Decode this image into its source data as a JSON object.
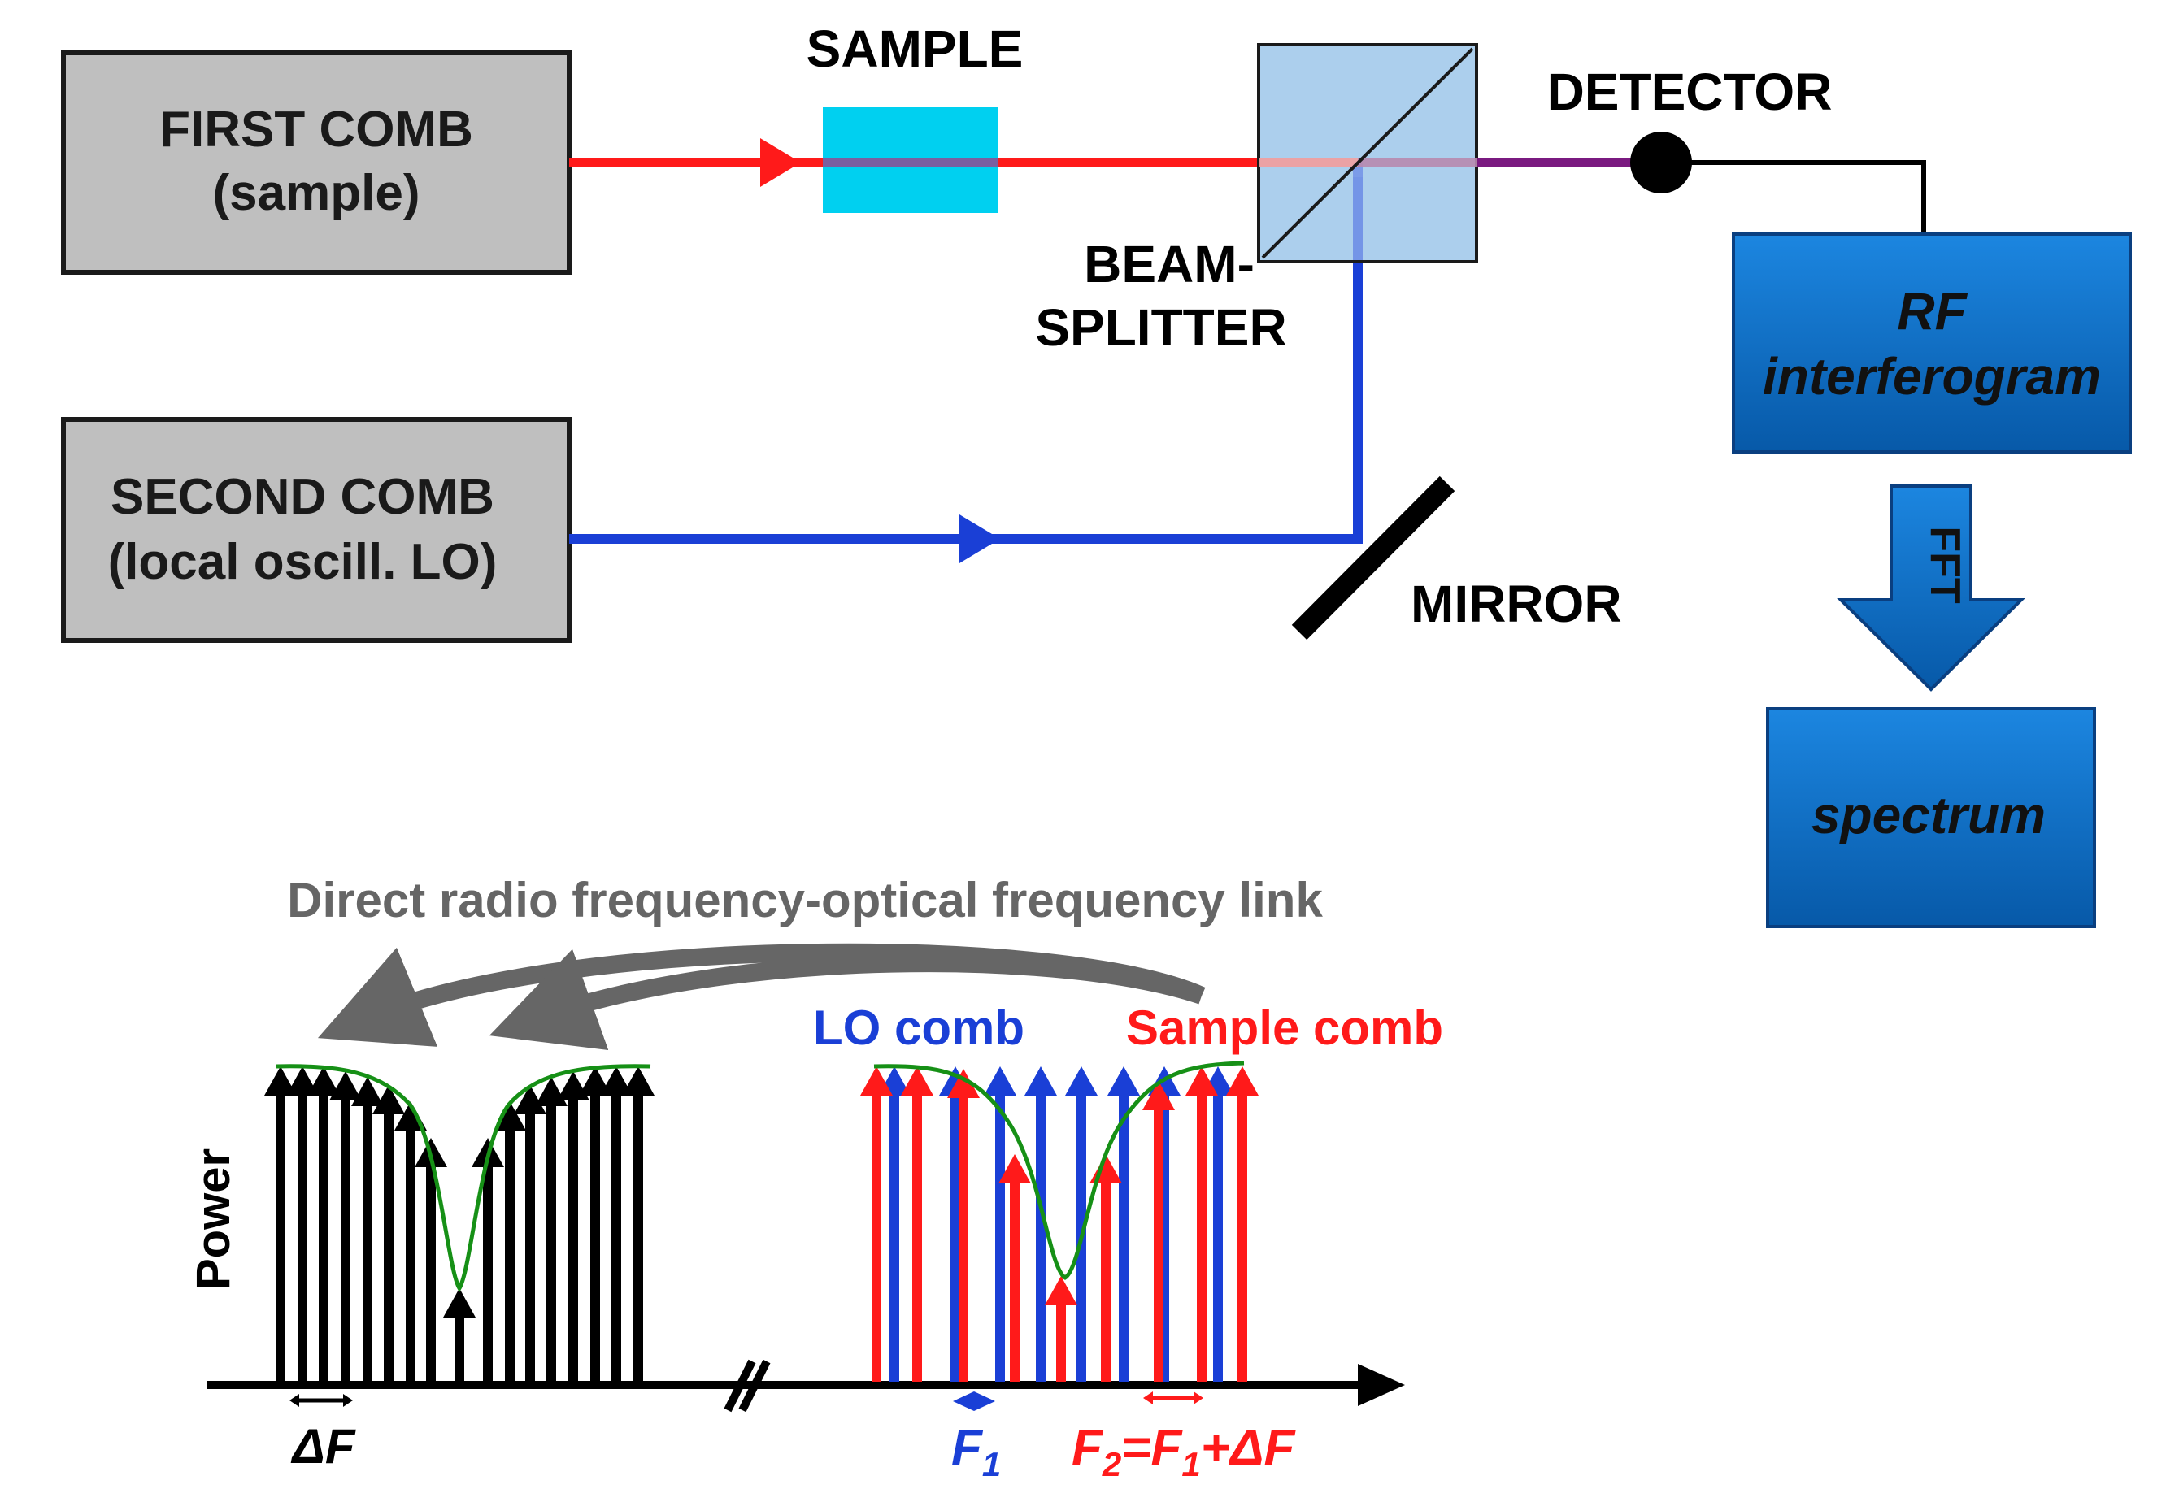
{
  "setup": {
    "first_comb": {
      "line1": "FIRST COMB",
      "line2": "(sample)"
    },
    "second_comb": {
      "line1": "SECOND COMB",
      "line2": "(local oscill. LO)"
    },
    "sample_label": "SAMPLE",
    "beam_splitter_label": {
      "line1": "BEAM-",
      "line2": "SPLITTER"
    },
    "detector_label": "DETECTOR",
    "mirror_label": "MIRROR",
    "rf_box": {
      "line1": "RF",
      "line2": "interferogram"
    },
    "fft_label": "FFT",
    "spectrum_label": "spectrum"
  },
  "spectra": {
    "link_title": "Direct radio frequency-optical frequency link",
    "power_label": "Power",
    "lo_comb_label": "LO comb",
    "sample_comb_label": "Sample comb",
    "delta_f_label": "ΔF",
    "f1_label": "F",
    "f1_sub": "1",
    "f2_label": {
      "p1": "F",
      "s1": "2",
      "p2": "=F",
      "s2": "1",
      "p3": "+ΔF"
    }
  },
  "colors": {
    "red_beam": "#ff1a1a",
    "blue_beam": "#1a3fd6",
    "box_gray": "#bfbfbf",
    "sample_cyan": "#00d0f0",
    "splitter_blue": "#9ec7ea",
    "rf_blue": "#0a6fc9",
    "arc_gray": "#666666",
    "dip_green": "#169016"
  }
}
